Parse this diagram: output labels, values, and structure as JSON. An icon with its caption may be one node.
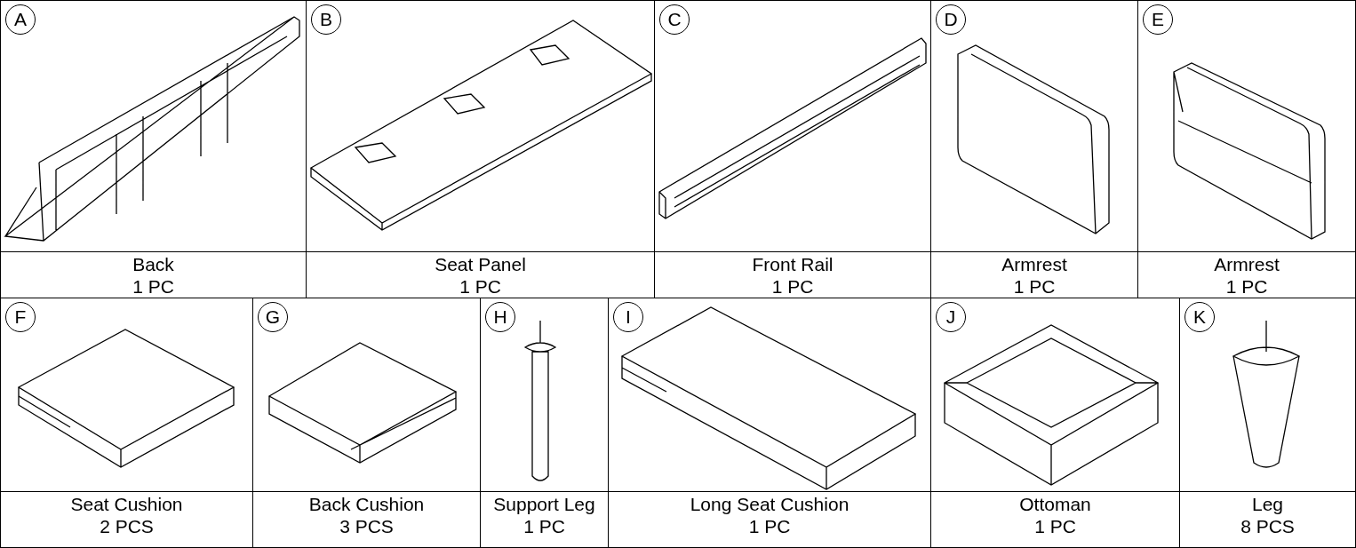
{
  "diagram": {
    "labels": [
      "A",
      "Back",
      "1 PC",
      "B",
      "Seat Panel",
      "1 PC",
      "C",
      "Front Rail",
      "1 PC",
      "D",
      "Armrest",
      "1 PC",
      "E",
      "Armrest",
      "1 PC",
      "F",
      "Seat Cushion",
      "2 PCS",
      "G",
      "Back Cushion",
      "3 PCS",
      "H",
      "Support Leg",
      "1 PC",
      "I",
      "Long Seat Cushion",
      "1 PC",
      "J",
      "Ottoman",
      "1 PC",
      "K",
      "Leg",
      "8 PCS"
    ]
  }
}
